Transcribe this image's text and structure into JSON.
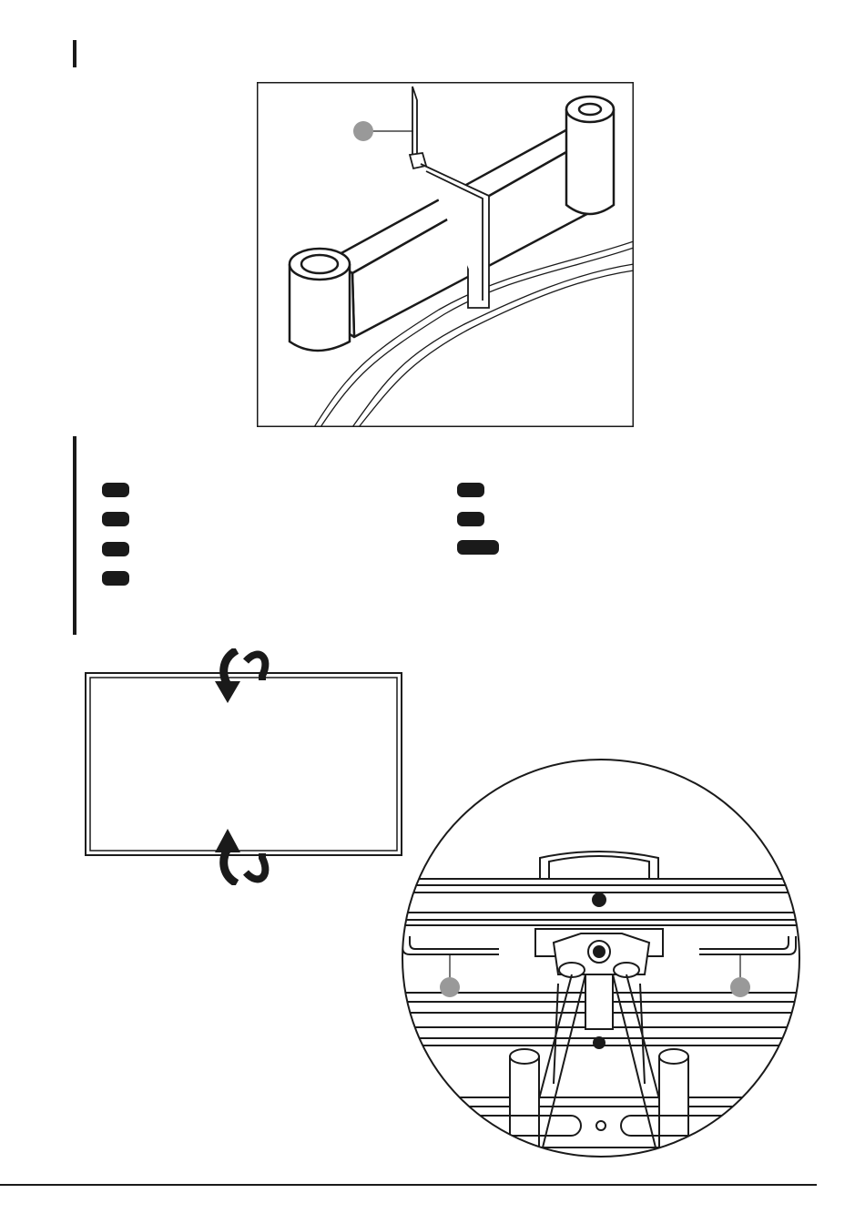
{
  "page": {
    "background": "#ffffff",
    "ink_color": "#1a1a1a",
    "callout_color": "#999999"
  },
  "figure_top": {
    "description_icon": "cable-tie-on-arm-illustration",
    "callout_count": 1
  },
  "parts_list": {
    "left_pill_count": 4,
    "right_pill_count": 3
  },
  "figure_screen": {
    "description_icon": "rotate-arrows-icon"
  },
  "figure_detail": {
    "description_icon": "bracket-detail-magnified-illustration",
    "callout_count": 2
  }
}
